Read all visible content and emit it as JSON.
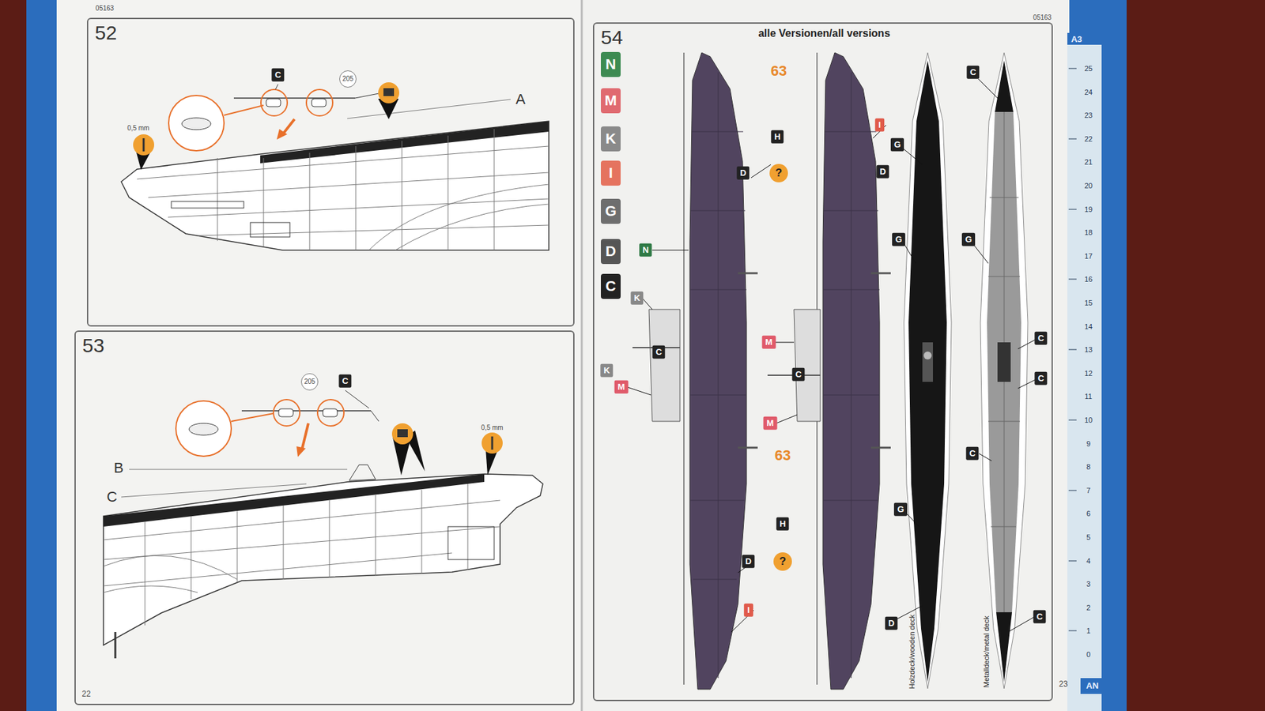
{
  "diagram": {
    "nodes": [
      {
        "text": [
          "52"
        ]
      },
      {
        "text": [
          "53"
        ]
      },
      {
        "text": [
          "54",
          "alle Versionen/all versions"
        ]
      }
    ],
    "labels": [
      "05163",
      "05163",
      "0,5 mm",
      "205",
      "C",
      "A",
      "205",
      "C",
      "B",
      "C",
      "0,5 mm",
      "22",
      "N",
      "M",
      "K",
      "I",
      "G",
      "D",
      "C",
      "63",
      "H",
      "D",
      "N",
      "K",
      "C",
      "K",
      "M",
      "M",
      "C",
      "M",
      "63",
      "H",
      "D",
      "I",
      "I",
      "D",
      "G",
      "G",
      "G",
      "D",
      "C",
      "G",
      "C",
      "C",
      "C",
      "C",
      "Holzdeck/wooden deck",
      "Metalldeck/metal deck",
      "23",
      "A3",
      "AN",
      "25",
      "24",
      "23",
      "22",
      "21",
      "20",
      "19",
      "18",
      "17",
      "16",
      "15",
      "14",
      "13",
      "12",
      "11",
      "10",
      "9",
      "8",
      "7",
      "6",
      "5",
      "4",
      "3",
      "2",
      "1",
      "0",
      "?",
      "?"
    ]
  }
}
